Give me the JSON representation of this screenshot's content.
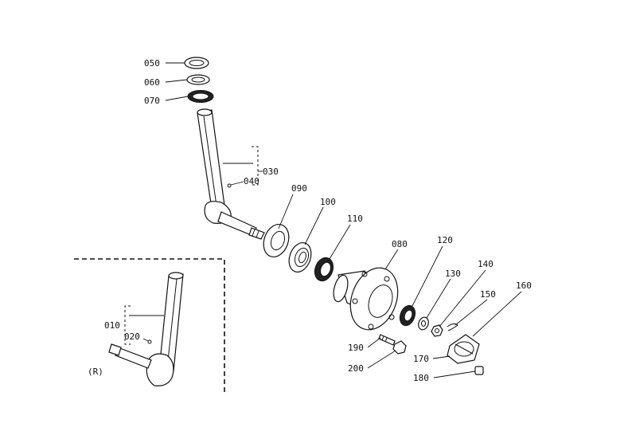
{
  "diagram": {
    "callouts": [
      {
        "id": "050",
        "text": "050"
      },
      {
        "id": "060",
        "text": "060"
      },
      {
        "id": "070",
        "text": "070"
      },
      {
        "id": "030",
        "text": "030"
      },
      {
        "id": "040",
        "text": "040"
      },
      {
        "id": "090",
        "text": "090"
      },
      {
        "id": "100",
        "text": "100"
      },
      {
        "id": "110",
        "text": "110"
      },
      {
        "id": "080",
        "text": "080"
      },
      {
        "id": "120",
        "text": "120"
      },
      {
        "id": "130",
        "text": "130"
      },
      {
        "id": "140",
        "text": "140"
      },
      {
        "id": "150",
        "text": "150"
      },
      {
        "id": "160",
        "text": "160"
      },
      {
        "id": "170",
        "text": "170"
      },
      {
        "id": "180",
        "text": "180"
      },
      {
        "id": "190",
        "text": "190"
      },
      {
        "id": "200",
        "text": "200"
      },
      {
        "id": "010",
        "text": "010"
      },
      {
        "id": "020",
        "text": "020"
      }
    ],
    "side_label": "(R)"
  }
}
